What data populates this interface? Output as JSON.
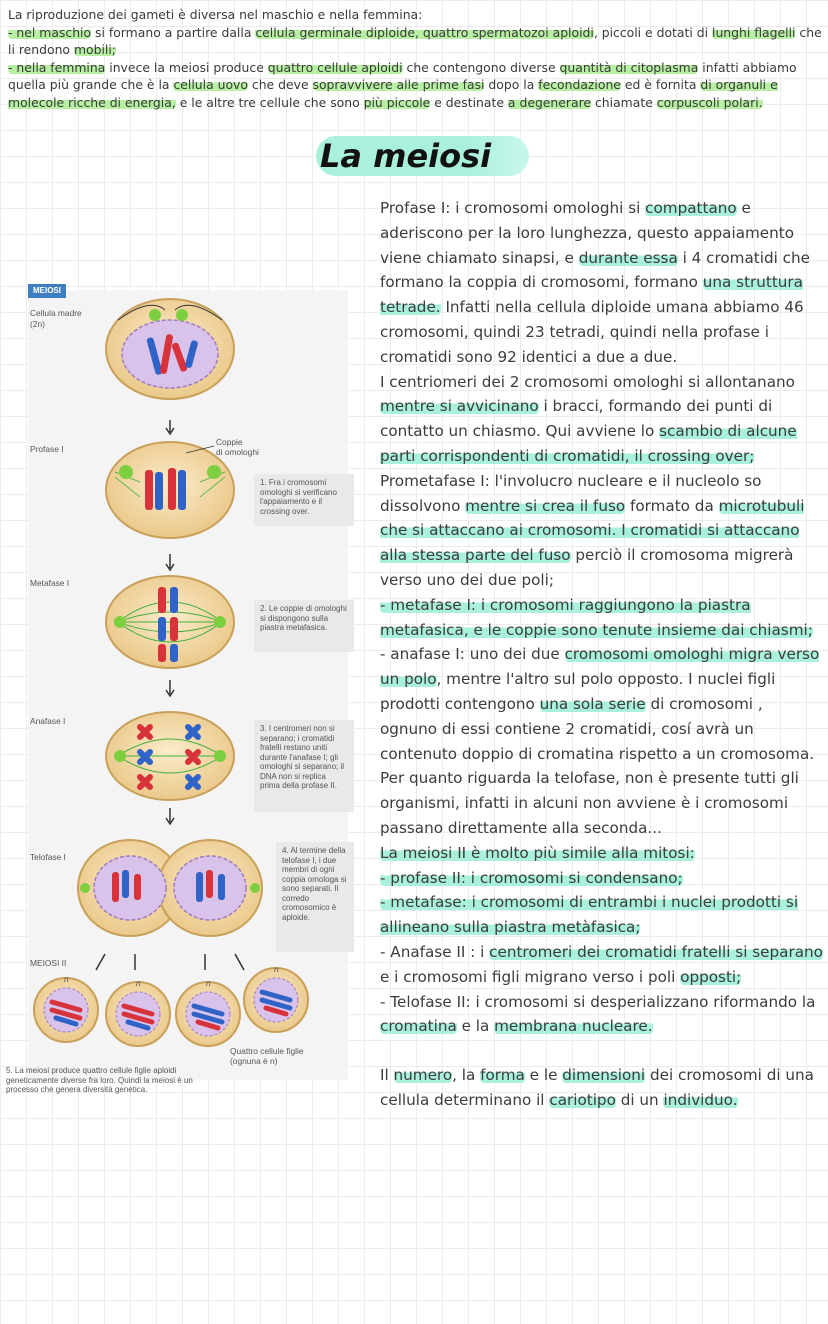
{
  "intro": {
    "line1": "La riproduzione dei gameti è diversa nel maschio e nella femmina:",
    "male_a": "- nel maschio",
    "male_b": " si formano a partire dalla ",
    "male_c": "cellula germinale diploide, quattro spermatozoi aploidi",
    "male_d": ", piccoli e dotati di ",
    "male_e": "lunghi flagelli",
    "male_f": " che li rendono ",
    "male_g": "mobili;",
    "fem_a": "- nella femmina",
    "fem_b": " invece la meiosi produce ",
    "fem_c": "quattro cellule aploidi",
    "fem_d": " che contengono diverse ",
    "fem_e": "quantità di citoplasma",
    "fem_f": " infatti abbiamo quella più grande che è la ",
    "fem_g": "cellula uovo",
    "fem_h": " che deve ",
    "fem_i": "sopravvivere alle prime fasi",
    "fem_j": " dopo la ",
    "fem_k": "fecondazione",
    "fem_l": " ed è fornita ",
    "fem_m": "di organuli e molecole ricche di energia,",
    "fem_n": " e le altre tre cellule che sono ",
    "fem_o": "più piccole",
    "fem_p": " e destinate ",
    "fem_q": "a degenerare",
    "fem_r": " chiamate ",
    "fem_s": "corpuscoli polari."
  },
  "title": "La meiosi",
  "notes": {
    "p1_a": "Profase I: i cromosomi omologhi si ",
    "p1_b": "compattano",
    "p1_c": " e aderiscono per la loro lunghezza, questo appaiamento viene chiamato sinapsi, e ",
    "p1_d": "durante essa",
    "p1_e": " i 4 cromatidi che formano la coppia di cromosomi, formano ",
    "p1_f": "una struttura tetrade.",
    "p1_g": " Infatti nella cellula diploide umana abbiamo 46 cromosomi, quindi 23 tetradi, quindi nella profase i cromatidi sono 92 identici a due a due.",
    "p2_a": "I centriomeri dei 2 cromosomi omologhi si allontanano ",
    "p2_b": "mentre si avvicinano",
    "p2_c": " i bracci, formando dei punti di contatto un chiasmo. Qui avviene lo ",
    "p2_d": "scambio di alcune parti corrispondenti di cromatidi, il crossing over;",
    "p3_a": "Prometafase I: l'involucro nucleare e il nucleolo so dissolvono ",
    "p3_b": "mentre si crea il fuso",
    "p3_c": " formato da ",
    "p3_d": "microtubuli che si attaccano ai cromosomi. I cromatidi si attaccano alla stessa parte del fuso",
    "p3_e": " perciò il cromosoma migrerà verso uno dei due poli;",
    "p4_a": "- metafase I: i cromosomi raggiungono la piastra metafasica, e le coppie sono tenute insieme dai chiasmi;",
    "p5_a": "- anafase I: uno dei due ",
    "p5_b": "cromosomi omologhi migra verso un polo",
    "p5_c": ", mentre l'altro sul polo opposto. I nuclei figli prodotti contengono ",
    "p5_d": "una sola serie",
    "p5_e": " di cromosomi , ognuno di essi contiene 2 cromatidi, cosí avrà un contenuto doppio di cromatina rispetto a un cromosoma.",
    "p6_a": "Per quanto riguarda la telofase, non è presente tutti gli organismi, infatti in alcuni non avviene è i cromosomi passano direttamente alla seconda...",
    "p7_a": "La meiosi II è molto più simile alla mitosi:",
    "p8_a": "- profase II: i cromosomi si condensano;",
    "p9_a": "- metafase: i cromosomi di entrambi i nuclei prodotti si allineano sulla piastra metàfasica;",
    "p10_a": "- Anafase II : i ",
    "p10_b": "centromeri dei cromatidi fratelli si separano",
    "p10_c": " e i cromosomi figli migrano verso i poli ",
    "p10_d": "opposti;",
    "p11_a": "- Telofase II: i cromosomi si desperializzano riformando la ",
    "p11_b": "cromatina",
    "p11_c": " e la ",
    "p11_d": "membrana nucleare.",
    "p12_a": "Il ",
    "p12_b": "numero",
    "p12_c": ", la ",
    "p12_d": "forma",
    "p12_e": " e le ",
    "p12_f": "dimensioni",
    "p12_g": " dei cromosomi di una cellula determinano il ",
    "p12_h": "cariotipo",
    "p12_i": " di un ",
    "p12_j": "individuo."
  },
  "figure": {
    "header": "MEIOSI",
    "labels": {
      "cellula_madre": "Cellula madre",
      "two_n": "(2n)",
      "profase": "Profase I",
      "coppie": "Coppie",
      "di_omologhi": "di omologhi",
      "metafase": "Metafase I",
      "anafase": "Anafase I",
      "telofase": "Telofase I",
      "meiosi2": "MEIOSI II",
      "n": "n",
      "quattro": "Quattro cellule figlie",
      "ognuna": "(ognuna è n)"
    },
    "steps": {
      "s1": "1. Fra i cromosomi omologhi si verificano l'appaiamento e il crossing over.",
      "s2": "2. Le coppie di omologhi si dispongono sulla piastra metafasica.",
      "s3": "3. I centromeri non si separano; i cromatidi fratelli restano uniti durante l'anafase I; gli omologhi si separano; il DNA non si replica prima della profase II.",
      "s4": "4. Al termine della telofase I, i due membri di ogni coppia omologa si sono separati. Il corredo cromosomico è aploide.",
      "s5": "5. La meiosi produce quattro cellule figlie aploidi geneticamente diverse fra loro. Quindi la meiosi è un processo che genera diversità genetica."
    },
    "colors": {
      "cell_fill": "#f3d9a6",
      "cell_border": "#c9a05a",
      "nucleus": "#d9c3ea",
      "red": "#d8323a",
      "blue": "#2f63c7",
      "spindle": "#3fae3f"
    }
  }
}
